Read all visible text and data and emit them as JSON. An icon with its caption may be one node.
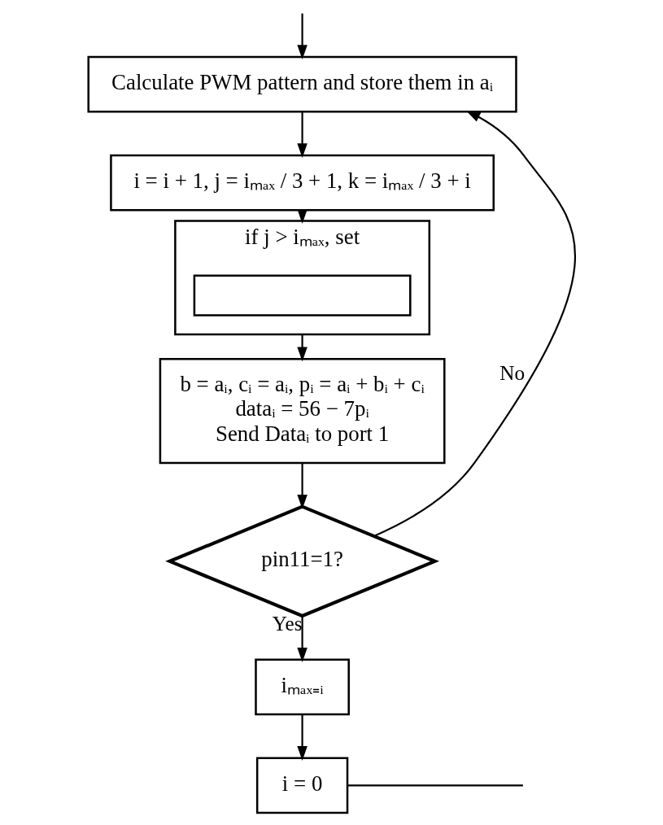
{
  "diagram": {
    "nodes": [
      {
        "text": [
          "Calculate PWM pattern and store them in aᵢ"
        ]
      },
      {
        "text": [
          "i = i + 1, j = iₘₐₓ / 3 + 1, k = iₘₐₓ / 3 + i"
        ]
      },
      {
        "text": [
          "if j > iₘₐₓ, set"
        ]
      },
      {
        "text": [],
        "shape": "box",
        "in": 2
      },
      {
        "text": [
          "b = aᵢ, cᵢ = aᵢ, pᵢ = aᵢ + bᵢ + cᵢ",
          "dataᵢ = 56 − 7pᵢ",
          "Send Dataᵢ to port 1"
        ]
      },
      {
        "text": [
          "pin11=1?"
        ]
      },
      {
        "text": [
          "iₘₐₓ₌ᵢ"
        ]
      },
      {
        "text": [
          "i = 0"
        ]
      }
    ],
    "edges": [
      {
        "from": null,
        "to": 0,
        "arrow": "to"
      },
      {
        "from": 0,
        "to": 1,
        "arrow": "to"
      },
      {
        "from": 1,
        "to": 2,
        "arrow": "to"
      },
      {
        "from": 2,
        "to": 4,
        "arrow": "to"
      },
      {
        "from": 4,
        "to": 5,
        "arrow": "to"
      },
      {
        "from": 5,
        "to": 0,
        "arrow": "to",
        "label": "No"
      },
      {
        "from": 5,
        "to": 6,
        "arrow": "to",
        "label": "Yes"
      },
      {
        "from": 6,
        "to": 7,
        "arrow": "to"
      },
      {
        "from": 7,
        "to": null,
        "arrow": "none"
      }
    ]
  }
}
